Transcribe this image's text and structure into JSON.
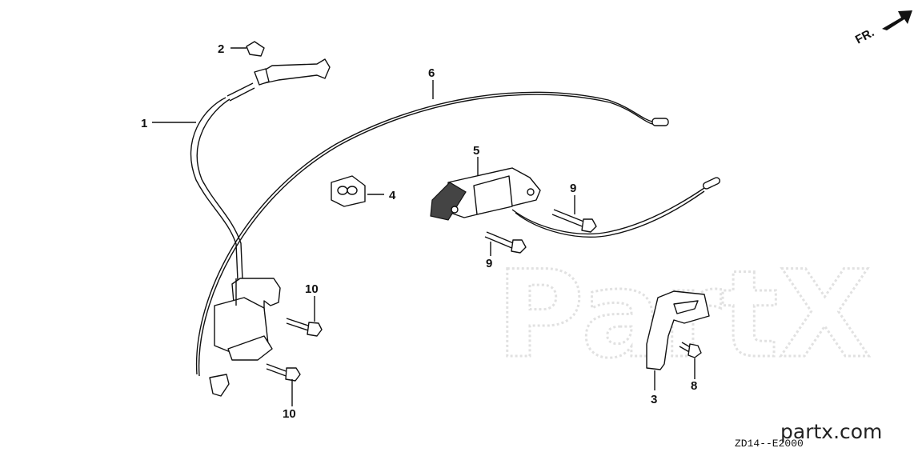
{
  "diagram": {
    "callouts": [
      "1",
      "2",
      "3",
      "4",
      "5",
      "6",
      "8",
      "9",
      "9",
      "10",
      "10"
    ],
    "direction_label": "FR.",
    "drawing_code": "ZD14--E2000",
    "site_brand": "partx.com",
    "watermark": "PartX"
  },
  "colors": {
    "ink": "#111111",
    "watermark": "#e1e1e1",
    "background": "#ffffff"
  }
}
